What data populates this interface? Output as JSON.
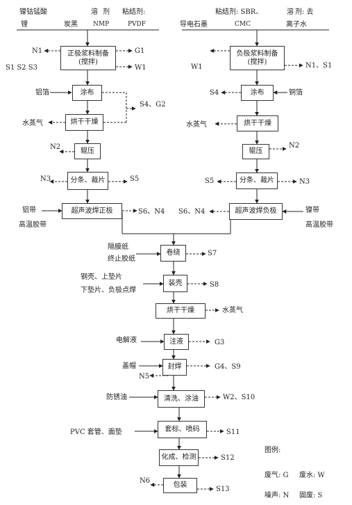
{
  "materials": {
    "left": [
      "镍钴锰酸",
      "锂",
      "炭黑",
      "溶",
      "剂",
      "NMP",
      "粘结剂:",
      "PVDF"
    ],
    "right": [
      "粘结剂: SBR、",
      "溶",
      "剂: 去",
      "导电石墨",
      "CMC",
      "离子水"
    ]
  },
  "positive": {
    "mix": [
      "正极浆料制备",
      "(搅拌)"
    ],
    "coat": "涂布",
    "dry": "烘干干燥",
    "press": "辊压",
    "slit": "分条、裁片",
    "weld": "超声波焊正极"
  },
  "negative": {
    "mix": [
      "负极浆料制备",
      "(搅拌)"
    ],
    "coat": "涂布",
    "dry": "烘干干燥",
    "press": "辊压",
    "slit": "分条、裁片",
    "weld": "超声波焊负极"
  },
  "steps": {
    "wind": "卷绕",
    "case": "装壳",
    "dry": "烘干干燥",
    "inject": "注液",
    "seal": "封焊",
    "clean": "清洗、涂油",
    "label": "套标、喷码",
    "form": "化成、检测",
    "pack": "包装"
  },
  "inputs": {
    "al_foil": "铝箔",
    "cu_foil": "铜箔",
    "al_tape": "铝带",
    "ht_tape_l": "高温胶带",
    "ni_tape": "镍带",
    "ht_tape_r": "高温胶带",
    "separator": "隔膜纸",
    "stop_tape": "终止胶纸",
    "steel_case": "钢壳、上垫片",
    "spot_weld": "下垫片、负极点焊",
    "electrolyte": "电解液",
    "cap": "盖帽",
    "antirust": "防锈油",
    "pvc": "PVC 套管、面垫"
  },
  "outputs": {
    "p_mix_n": "N1",
    "p_mix_g": "G1",
    "p_mix_s": "S1 S2 S3",
    "p_mix_w": "W1",
    "p_coat": "S4、G2",
    "p_vapor": "水蒸气",
    "p_press": "N2",
    "p_slit_n": "N3",
    "p_slit_s": "S5",
    "weld_l": "S6、N4",
    "weld_r": "S6、N4",
    "n_mix_w": "W1",
    "n_mix_ns": "N1、S1",
    "n_coat": "S4",
    "n_vapor": "水蒸气",
    "n_press": "N2",
    "n_slit_s": "S5",
    "n_slit_n": "N3",
    "wind": "S7",
    "case": "S8",
    "vapor": "水蒸气",
    "inject": "G3",
    "seal": "G4、S9",
    "seal_n": "N5",
    "clean": "W2、S10",
    "label": "S11",
    "form": "S12",
    "pack_n": "N6",
    "pack_s": "S13"
  },
  "legend": {
    "title": "图例:",
    "gas": "废气: G",
    "water": "废水: W",
    "noise": "噪声: N",
    "solid": "固废: S"
  }
}
